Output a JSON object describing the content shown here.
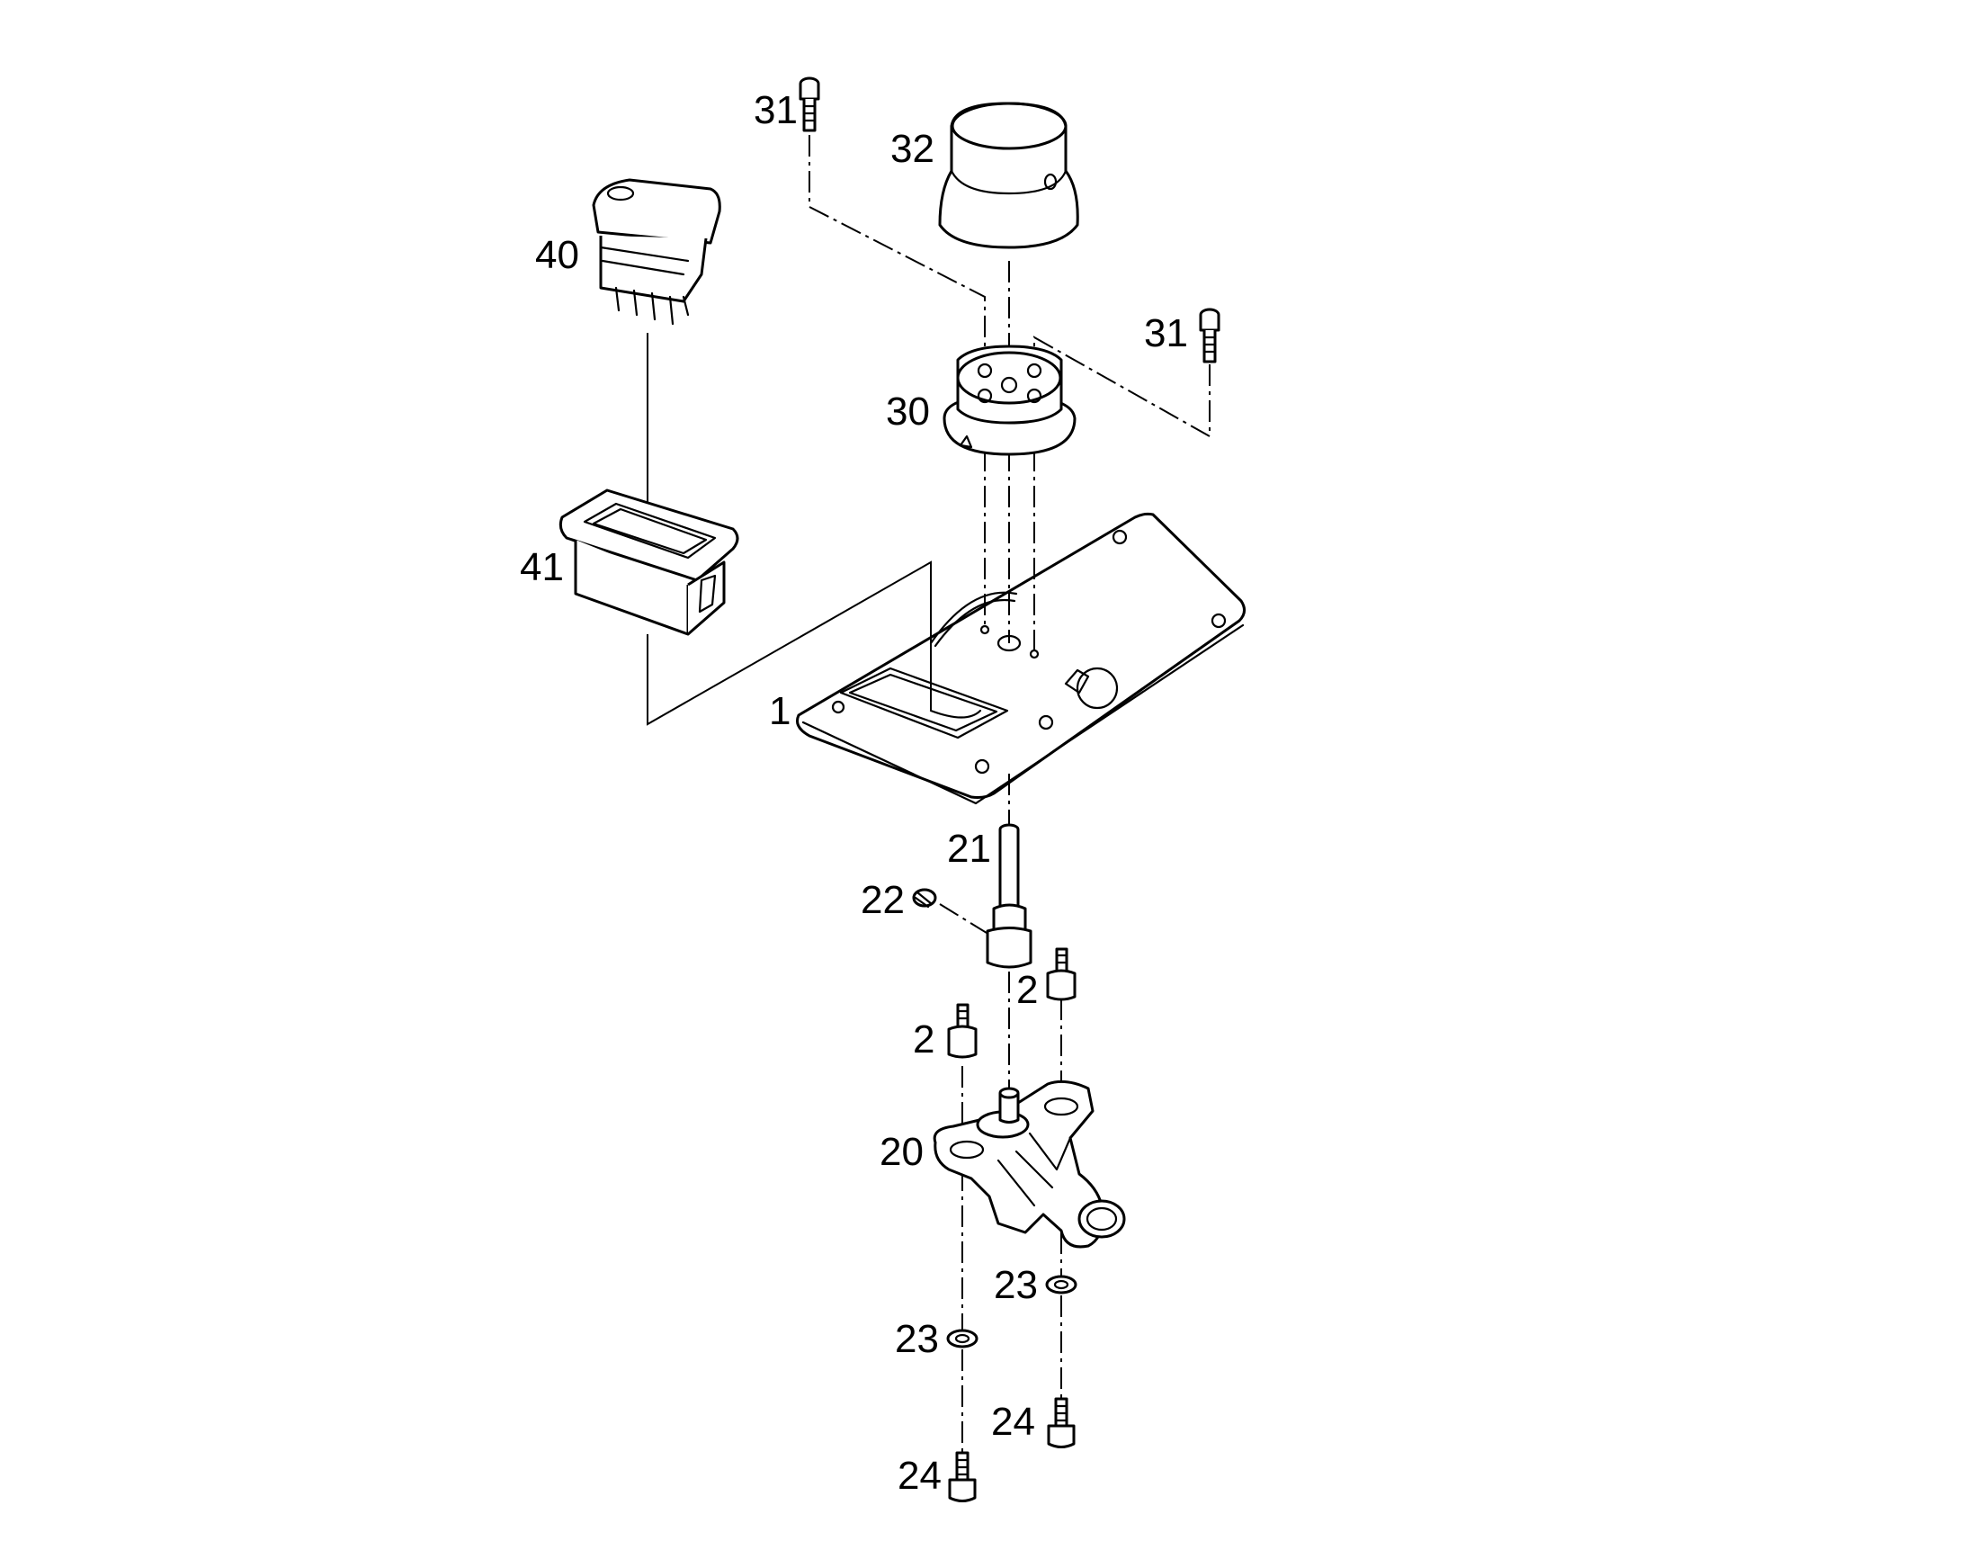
{
  "diagram": {
    "labels": {
      "plate": "1",
      "standoff_upper": "2",
      "standoff_left": "2",
      "sensor": "20",
      "shaft": "21",
      "set_screw": "22",
      "washer_right": "23",
      "washer_left": "23",
      "screw_right_bottom": "24",
      "screw_left_bottom": "24",
      "hub": "30",
      "screw_top_left": "31",
      "screw_top_right": "31",
      "knob": "32",
      "rocker_switch": "40",
      "switch_bezel": "41"
    }
  }
}
